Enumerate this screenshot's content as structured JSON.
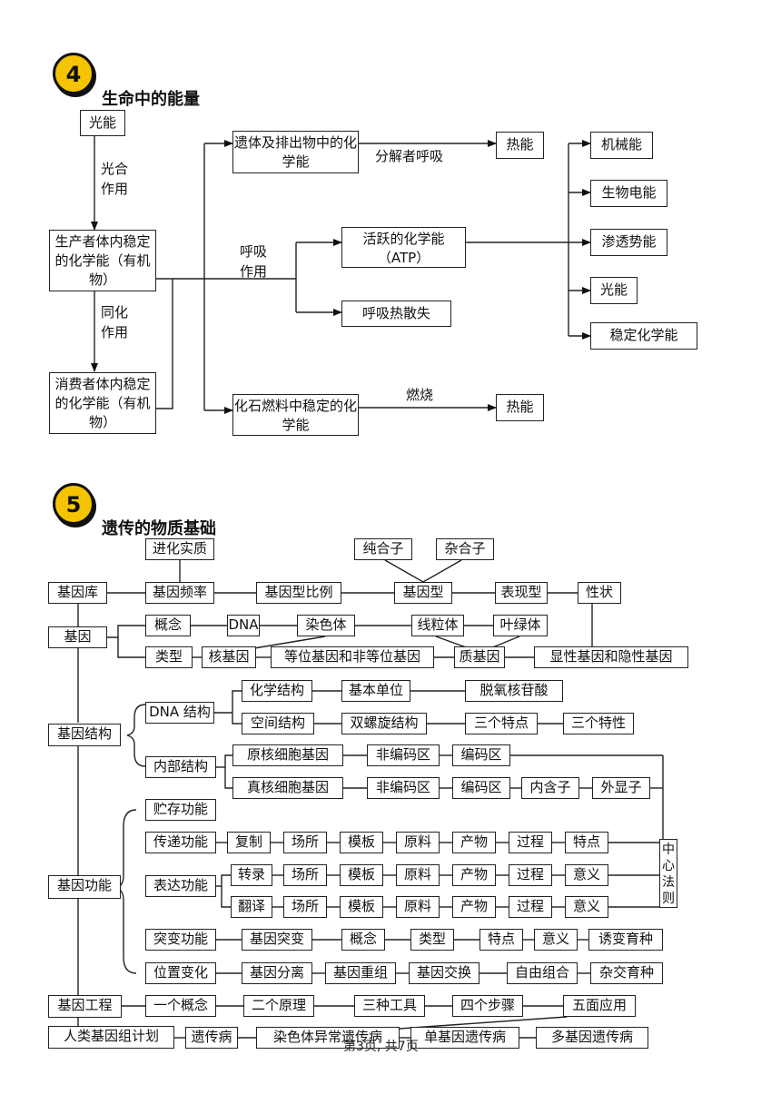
{
  "section4": {
    "number": "4",
    "title": "生命中的能量",
    "boxes": {
      "light": "光能",
      "producer": "生产者体内稳定的化学能（有机物）",
      "consumer": "消费者体内稳定的化学能（有机物）",
      "remains": "遗体及排出物中的化学能",
      "heat1": "热能",
      "active": "活跃的化学能（ATP）",
      "resp_heat": "呼吸热散失",
      "fossil": "化石燃料中稳定的化学能",
      "heat2": "热能",
      "mech": "机械能",
      "bio_elec": "生物电能",
      "osmotic": "渗透势能",
      "light_out": "光能",
      "stable": "稳定化学能"
    },
    "labels": {
      "photosynthesis": "光合作用",
      "assimilation": "同化作用",
      "respiration": "呼吸作用",
      "decomposer": "分解者呼吸",
      "burn": "燃烧"
    }
  },
  "section5": {
    "number": "5",
    "title": "遗传的物质基础",
    "boxes": {
      "evolution": "进化实质",
      "homozygote": "纯合子",
      "heterozygote": "杂合子",
      "gene_pool": "基因库",
      "gene_freq": "基因频率",
      "genotype_ratio": "基因型比例",
      "genotype": "基因型",
      "phenotype": "表现型",
      "trait": "性状",
      "gene": "基因",
      "concept": "概念",
      "dna": "DNA",
      "chromosome": "染色体",
      "mitochondria": "线粒体",
      "chloroplast": "叶绿体",
      "type": "类型",
      "nuclear_gene": "核基因",
      "allele": "等位基因和非等位基因",
      "cyto_gene": "质基因",
      "dominant": "显性基因和隐性基因",
      "dna_structure": "DNA 结构",
      "chem_structure": "化学结构",
      "basic_unit": "基本单位",
      "deoxy": "脱氧核苷酸",
      "gene_structure": "基因结构",
      "space_structure": "空间结构",
      "double_helix": "双螺旋结构",
      "three_features": "三个特点",
      "three_traits": "三个特性",
      "internal": "内部结构",
      "prok": "原核细胞基因",
      "noncoding1": "非编码区",
      "coding1": "编码区",
      "euk": "真核细胞基因",
      "noncoding2": "非编码区",
      "coding2": "编码区",
      "intron": "内含子",
      "exon": "外显子",
      "storage": "贮存功能",
      "transmit": "传递功能",
      "t_replicate": "复制",
      "t_site": "场所",
      "t_template": "模板",
      "t_material": "原料",
      "t_product": "产物",
      "t_process": "过程",
      "t_feature": "特点",
      "gene_function": "基因功能",
      "express": "表达功能",
      "e_transcribe": "转录",
      "e_site": "场所",
      "e_template": "模板",
      "e_material": "原料",
      "e_product": "产物",
      "e_process": "过程",
      "e_meaning": "意义",
      "e_translate": "翻译",
      "tr_site": "场所",
      "tr_template": "模板",
      "tr_material": "原料",
      "tr_product": "产物",
      "tr_process": "过程",
      "tr_meaning": "意义",
      "central_dogma": "中心法则",
      "mutation": "突变功能",
      "m_gene_mut": "基因突变",
      "m_concept": "概念",
      "m_type": "类型",
      "m_feature": "特点",
      "m_meaning": "意义",
      "m_breed": "诱变育种",
      "position": "位置变化",
      "p_segregation": "基因分离",
      "p_recomb": "基因重组",
      "p_exchange": "基因交换",
      "p_free": "自由组合",
      "p_hybrid": "杂交育种",
      "engineering": "基因工程",
      "one_concept": "一个概念",
      "two_principles": "二个原理",
      "three_tools": "三种工具",
      "four_steps": "四个步骤",
      "five_apps": "五面应用",
      "hgp": "人类基因组计划",
      "genetic_disease": "遗传病",
      "chrom_abnormal": "染色体异常遗传病",
      "single_gene": "单基因遗传病",
      "multi_gene": "多基因遗传病"
    }
  },
  "footer": "第3页, 共7页"
}
